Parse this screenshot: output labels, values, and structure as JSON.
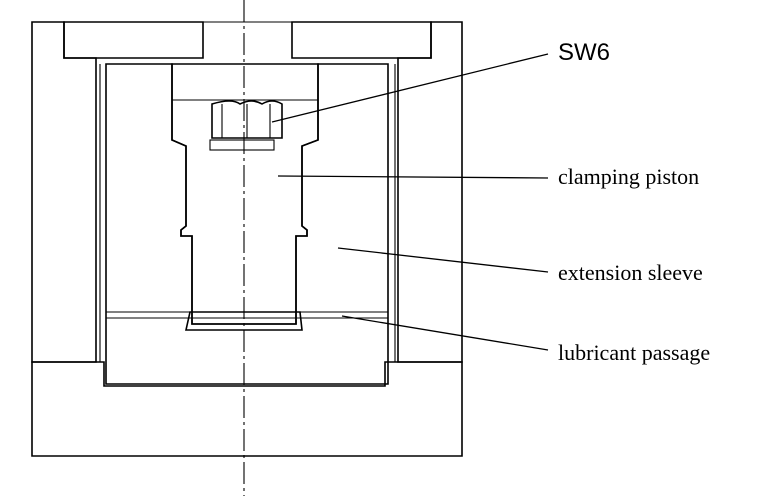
{
  "labels": {
    "tool": "SW6",
    "piston": "clamping piston",
    "sleeve": "extension sleeve",
    "passage": "lubricant passage"
  }
}
